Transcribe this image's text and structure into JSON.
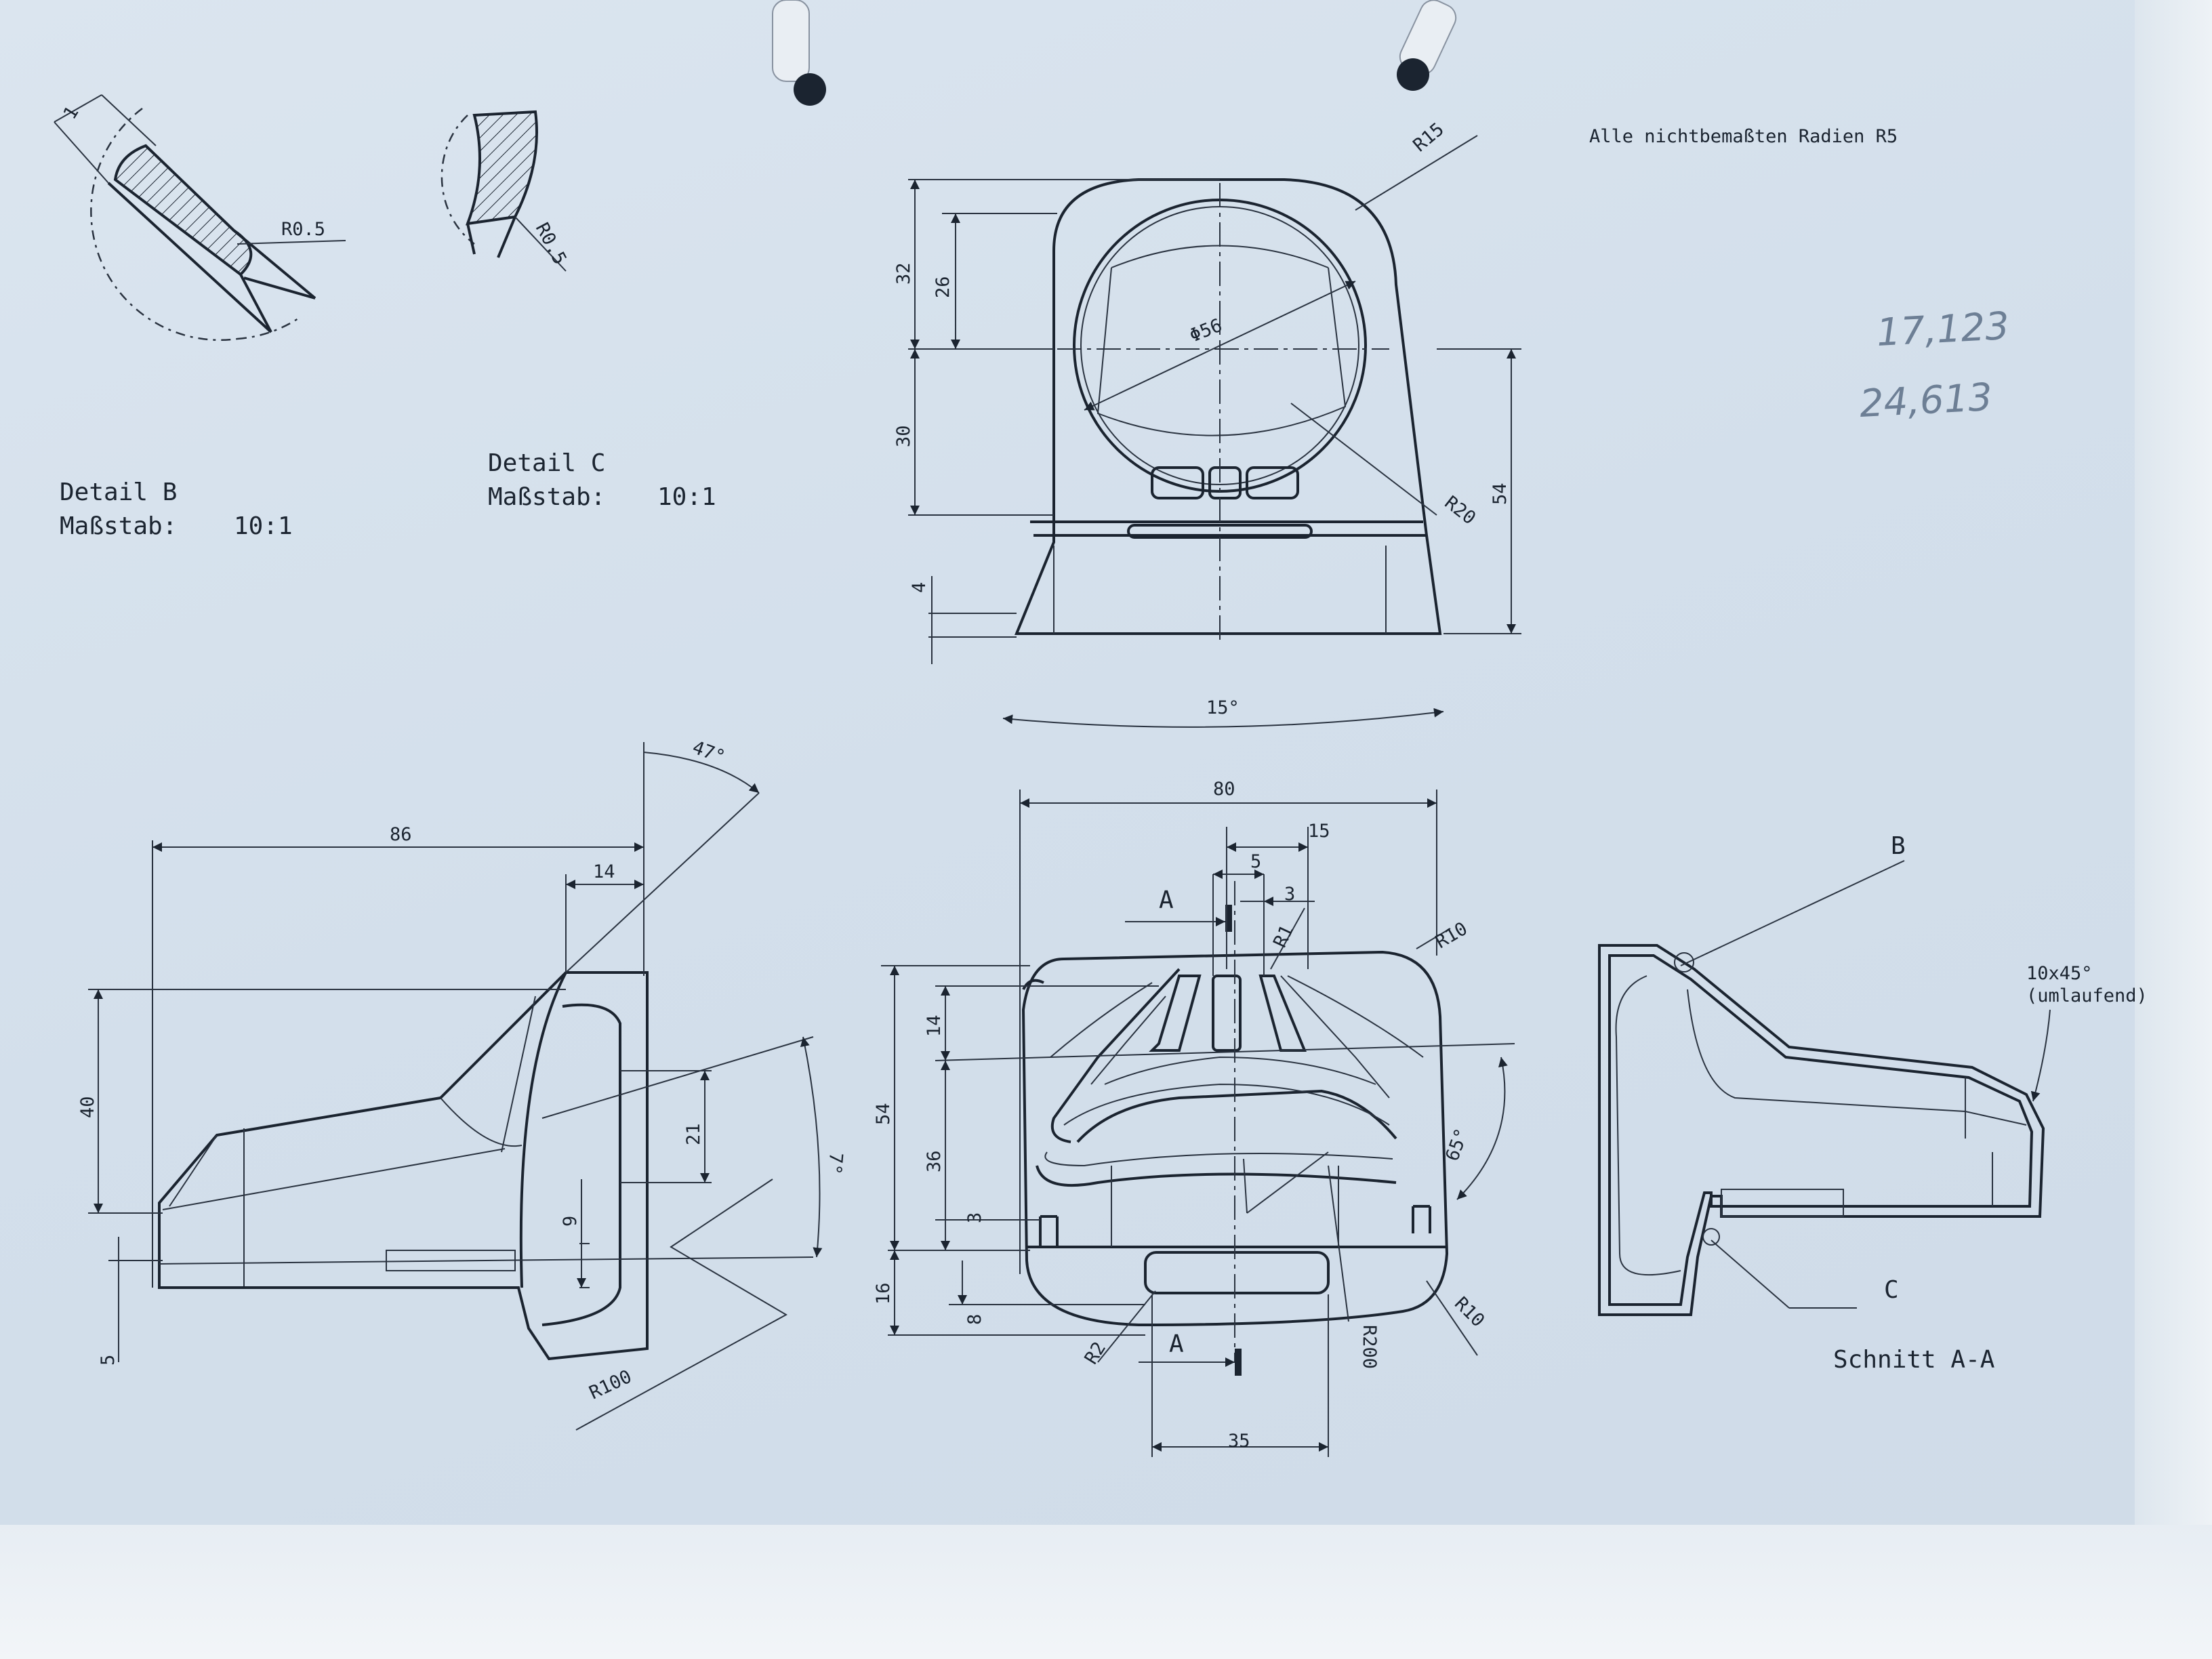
{
  "general_note": "Alle nichtbemaßten Radien R5",
  "handwritten": {
    "line1": "17,123",
    "line2": "24,613"
  },
  "detail_b": {
    "title": "Detail B",
    "scale_label": "Maßstab:",
    "scale_value": "10:1",
    "dims": {
      "thickness": "1",
      "radius": "R0.5"
    }
  },
  "detail_c": {
    "title": "Detail C",
    "scale_label": "Maßstab:",
    "scale_value": "10:1",
    "dims": {
      "radius": "R0.5"
    }
  },
  "top_view": {
    "dims": {
      "h32": "32",
      "h26": "26",
      "h30": "30",
      "h4": "4",
      "h54": "54",
      "dia": "Φ56",
      "r15": "R15",
      "r20": "R20",
      "angle15": "15°"
    }
  },
  "side_view": {
    "dims": {
      "w86": "86",
      "w14": "14",
      "angle47": "47°",
      "h40": "40",
      "h21": "21",
      "h9": "9",
      "h5": "5",
      "angle7": "7°",
      "r100": "R100"
    }
  },
  "front_view": {
    "dims": {
      "w80": "80",
      "w15": "15",
      "w5": "5",
      "w3": "3",
      "r1": "R1",
      "r10_top": "R10",
      "h54": "54",
      "h14": "14",
      "h36": "36",
      "h3": "3",
      "h16": "16",
      "h8": "8",
      "angle65": "65°",
      "r2": "R2",
      "r200": "R200",
      "r10_bottom": "R10",
      "w35": "35"
    },
    "section_marks": {
      "top": "A",
      "bottom": "A"
    }
  },
  "section_view": {
    "title": "Schnitt A-A",
    "callout_b": "B",
    "callout_c": "C",
    "chamfer_line1": "10x45°",
    "chamfer_line2": "(umlaufend)"
  }
}
